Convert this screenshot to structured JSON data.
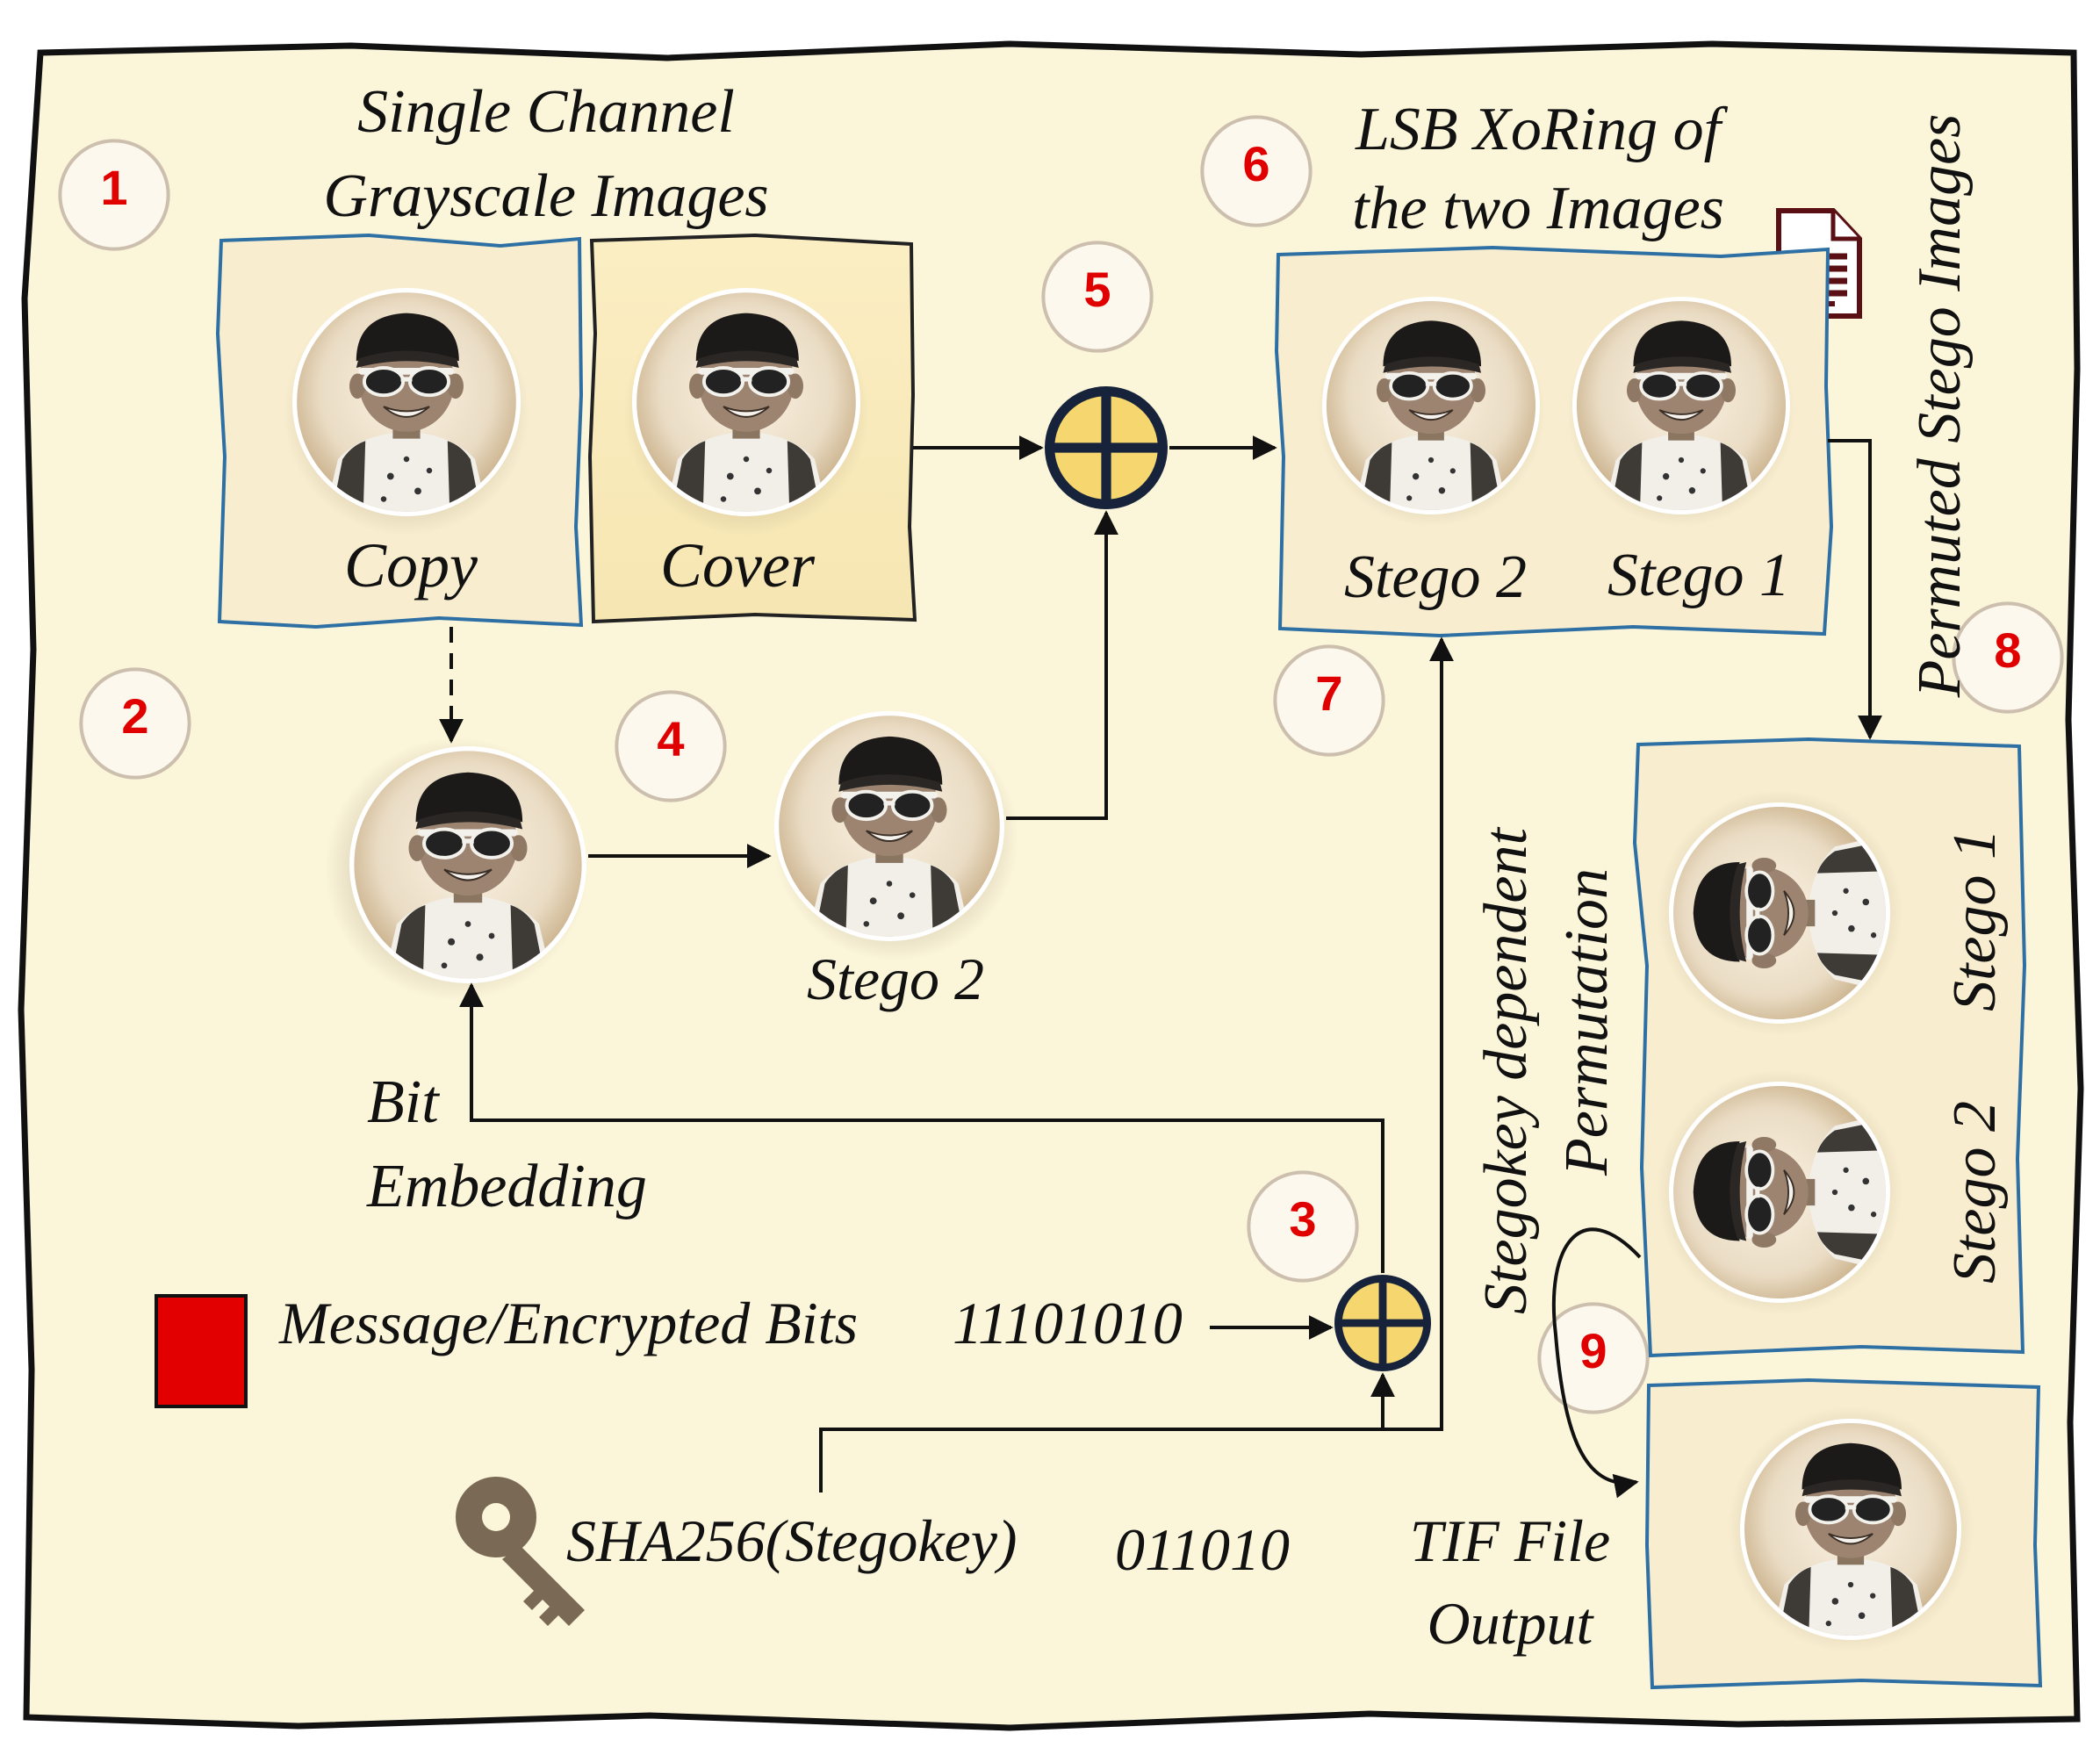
{
  "colors": {
    "paper": "#fbf5da",
    "frame_blue": "#2e6fa4",
    "xor_fill": "#f6d66e",
    "xor_stroke": "#16233b",
    "step_red": "#e00000",
    "message_red": "#e30000",
    "key_brown": "#7a6a55",
    "sepia": "#c9b08a"
  },
  "titles": {
    "single_line1": "Single Channel",
    "single_line2": "Grayscale Images",
    "lsb_line1": "LSB XoRing of",
    "lsb_line2": "the two Images",
    "permuted": "Permuted Stego Images",
    "stegokey_line1": "Stegokey dependent",
    "stegokey_line2": "Permutation",
    "bit_line1": "Bit",
    "bit_line2": "Embedding",
    "tif_line1": "TIF File",
    "tif_line2": "Output"
  },
  "labels": {
    "copy": "Copy",
    "cover": "Cover",
    "stego2_top": "Stego 2",
    "stego1_top": "Stego 1",
    "stego2_mid": "Stego 2",
    "stego1_rot": "Stego 1",
    "stego2_rot": "Stego 2"
  },
  "message": {
    "label": "Message/Encrypted Bits",
    "bits": "11101010"
  },
  "key": {
    "label": "SHA256(Stegokey)",
    "bits": "011010"
  },
  "icons": {
    "document": "document-icon",
    "key": "key-icon",
    "xor": "xor-icon",
    "portrait": "portrait-icon"
  },
  "steps": [
    "1",
    "2",
    "3",
    "4",
    "5",
    "6",
    "7",
    "8",
    "9"
  ]
}
